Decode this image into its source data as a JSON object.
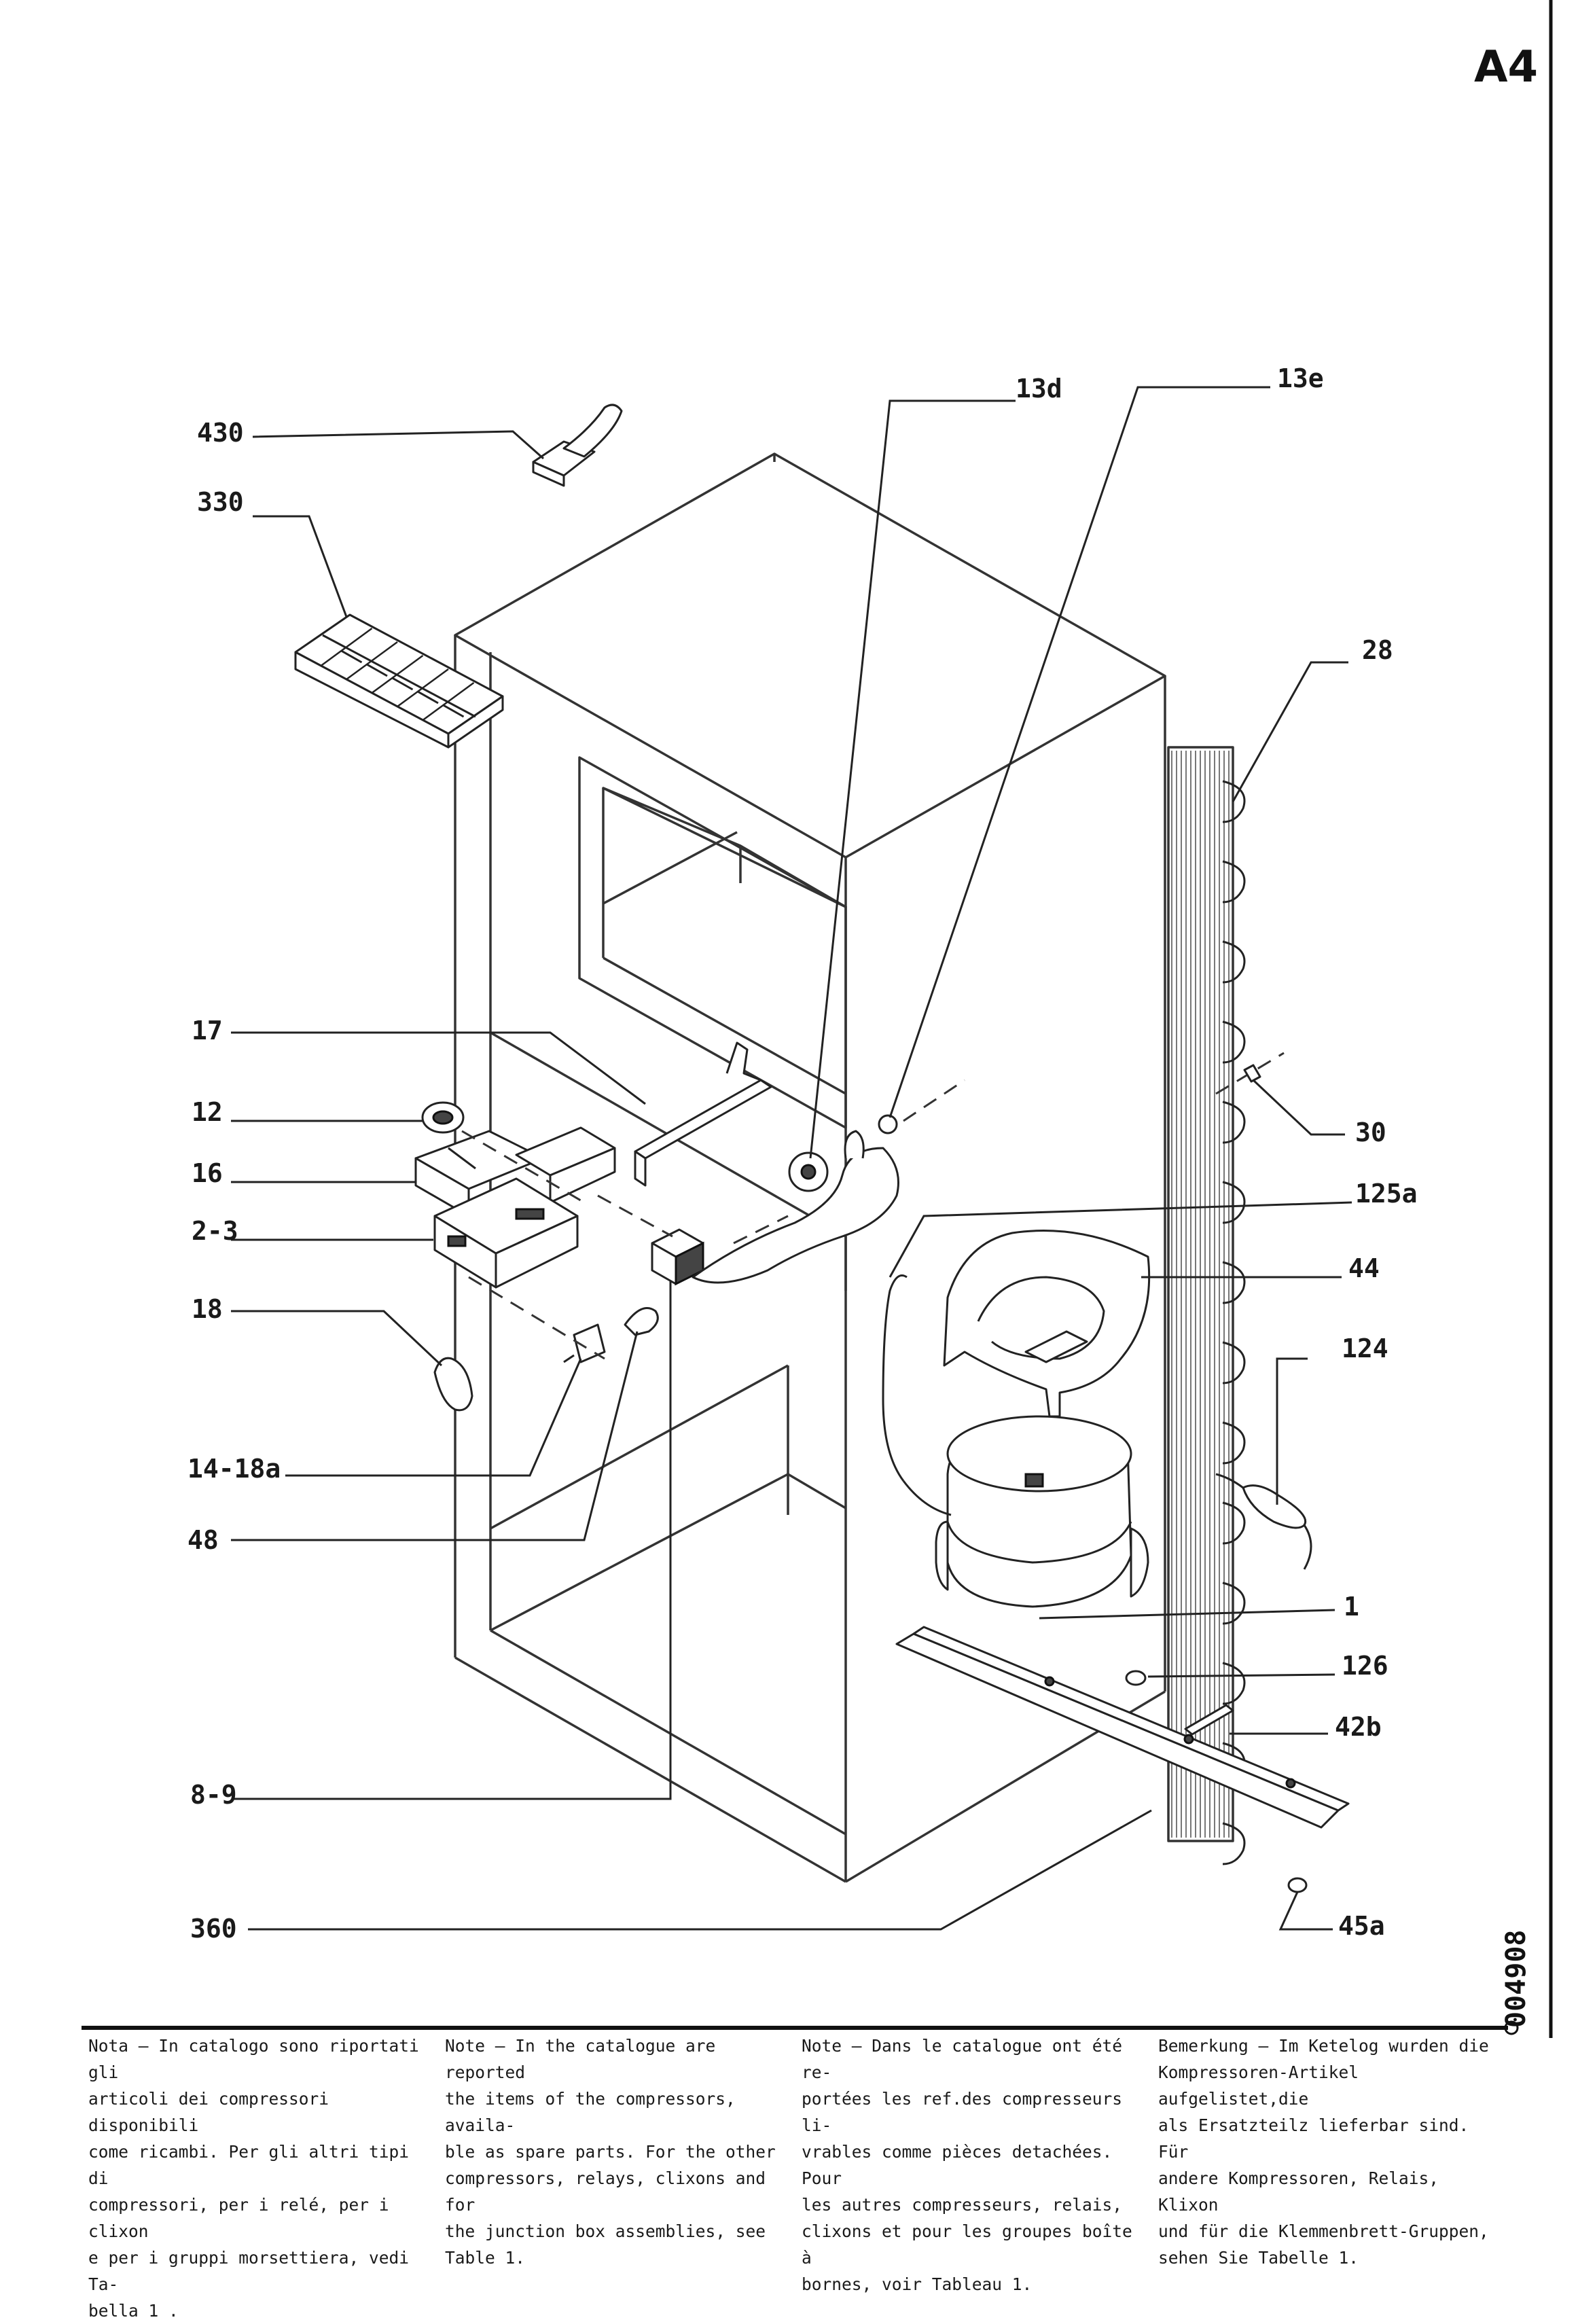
{
  "sheet_code": "A4",
  "side_number": "004908",
  "callouts": {
    "c430": "430",
    "c330": "330",
    "c13d": "13d",
    "c13e": "13e",
    "c28": "28",
    "c17": "17",
    "c12": "12",
    "c16": "16",
    "c2_3": "2-3",
    "c18": "18",
    "c14_18a": "14-18a",
    "c48": "48",
    "c8_9": "8-9",
    "c360": "360",
    "c30": "30",
    "c125a": "125a",
    "c44": "44",
    "c124": "124",
    "c1": "1",
    "c126": "126",
    "c42b": "42b",
    "c45a": "45a"
  },
  "notes": {
    "it": "Nota – In catalogo sono riportati gli\narticoli dei compressori disponibili\ncome ricambi. Per gli altri tipi di\ncompressori, per i relé, per i clixon\ne per i gruppi morsettiera, vedi Ta-\nbella 1 .",
    "en": "Note – In the catalogue are reported\nthe items of the compressors, availa-\nble as spare parts. For the other\ncompressors, relays, clixons and for\nthe junction box assemblies, see\nTable  1.",
    "fr": "Note – Dans le catalogue ont été re-\nportées les ref.des compresseurs li-\nvrables comme pièces detachées. Pour\nles autres compresseurs, relais,\nclixons et pour les groupes boîte à\nbornes, voir Tableau 1.",
    "de": "Bemerkung – Im Ketelog wurden die\nKompressoren-Artikel aufgelistet,die\nals Ersatzteilz lieferbar sind. Für\nandere Kompressoren, Relais, Klixon\nund für die Klemmenbrett-Gruppen,\nsehen Sie Tabelle 1."
  }
}
